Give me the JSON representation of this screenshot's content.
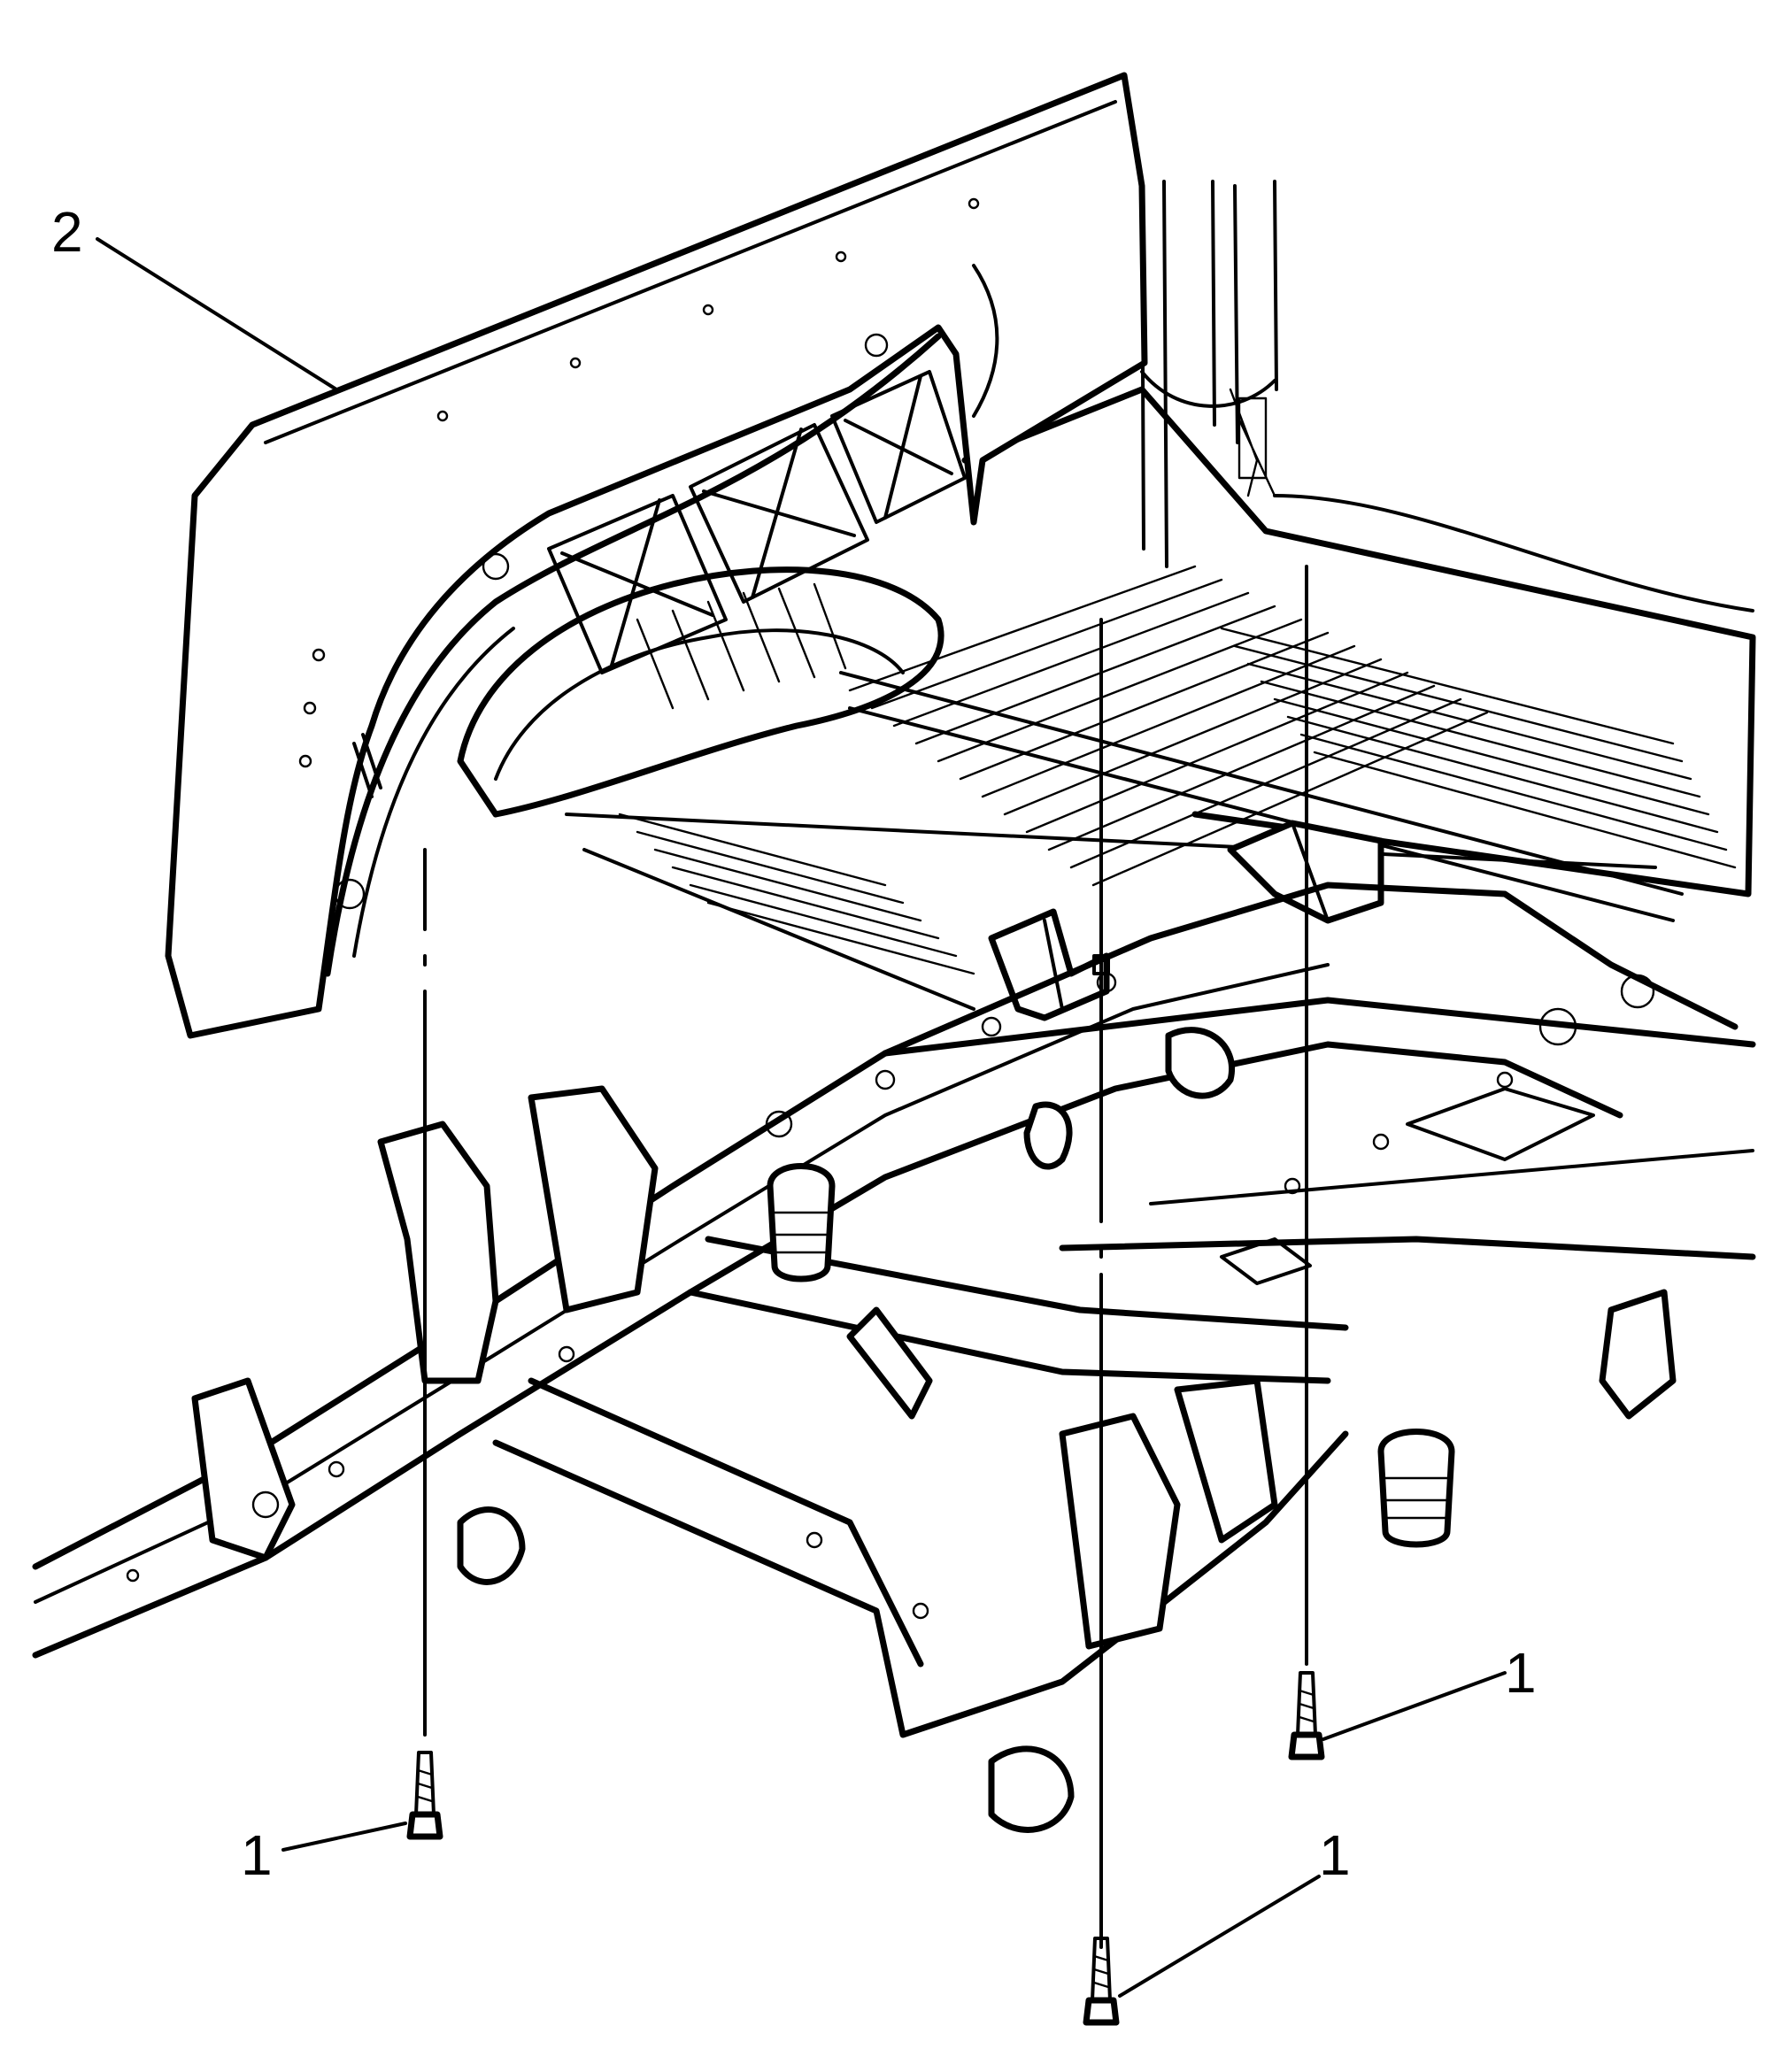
{
  "callouts": [
    {
      "id": "fender",
      "label": "2"
    },
    {
      "id": "bolt-left",
      "label": "1"
    },
    {
      "id": "bolt-center",
      "label": "1"
    },
    {
      "id": "bolt-right",
      "label": "1"
    }
  ]
}
